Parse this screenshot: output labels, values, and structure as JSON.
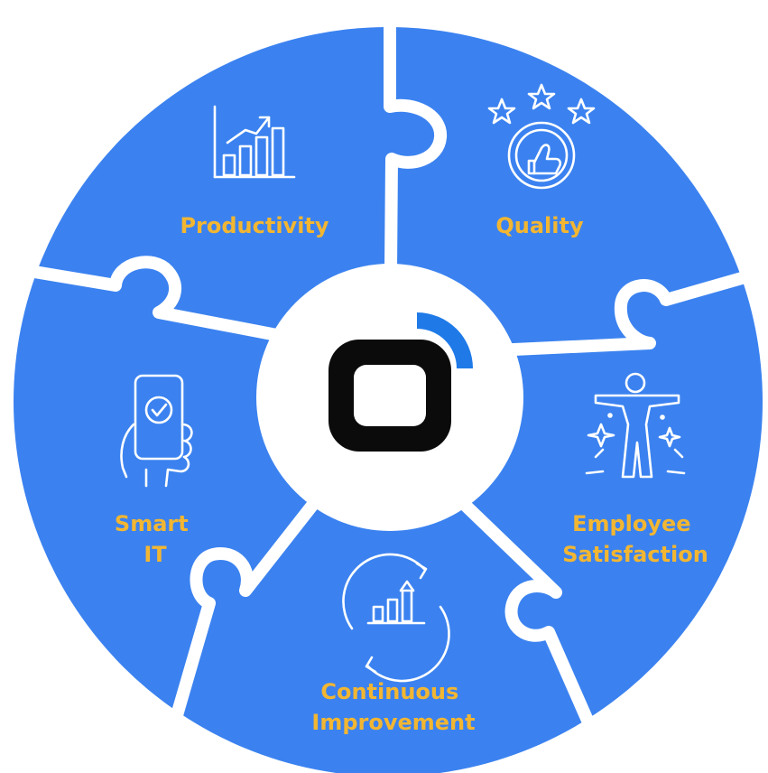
{
  "diagram": {
    "segments": [
      {
        "id": "productivity",
        "label_lines": [
          "Productivity"
        ],
        "icon": "bar-chart-growth-icon"
      },
      {
        "id": "quality",
        "label_lines": [
          "Quality"
        ],
        "icon": "thumbs-up-stars-icon"
      },
      {
        "id": "employee-satisfaction",
        "label_lines": [
          "Employee",
          "Satisfaction"
        ],
        "icon": "celebrating-person-icon"
      },
      {
        "id": "continuous-improvement",
        "label_lines": [
          "Continuous",
          "Improvement"
        ],
        "icon": "cycle-chart-icon"
      },
      {
        "id": "smart-it",
        "label_lines": [
          "Smart",
          "IT"
        ],
        "icon": "smartphone-check-icon"
      }
    ],
    "center_logo": "brand-logo-icon",
    "colors": {
      "segment": "#3b82f0",
      "label": "#f2b632",
      "logo_dark": "#0b0b0b",
      "logo_accent": "#1f7ae8"
    }
  }
}
